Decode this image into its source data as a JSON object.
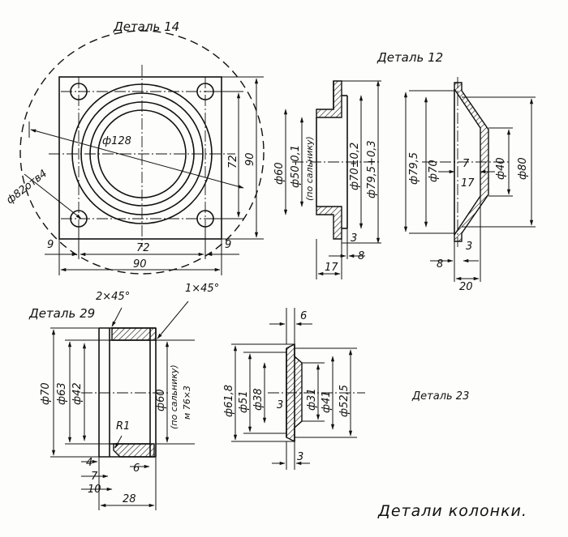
{
  "titles": {
    "part14": "Деталь 14",
    "part12": "Деталь 12",
    "part29": "Деталь 29",
    "part23": "Деталь 23",
    "caption": "Детали колонки."
  },
  "part14": {
    "d128": "ф128",
    "holes": "ф82отв4",
    "dim90v": "90",
    "dim72v": "72",
    "dim72h": "72",
    "dim90h": "90",
    "dim9l": "9",
    "dim9r": "9"
  },
  "part12": {
    "d60": "ф60",
    "d50": "ф50-0,1",
    "gland": "(по сальнику)",
    "d70tol": "ф70±0,2",
    "d795tol": "ф79,5+0,3",
    "d795": "ф79,5",
    "d70": "ф70",
    "d40": "ф40",
    "d80": "ф80",
    "n3a": "3",
    "n8a": "8",
    "n17a": "17",
    "n7": "7",
    "n17b": "17",
    "n3b": "3",
    "n8b": "8",
    "n20": "20"
  },
  "part29": {
    "chamfer2": "2×45°",
    "chamfer1": "1×45°",
    "d70": "ф70",
    "d63": "ф63",
    "d42": "ф42",
    "r1": "R1",
    "d60": "ф60",
    "gland": "(по сальнику)",
    "thread": "м 76×3",
    "n4": "4",
    "n7": "7",
    "n10": "10",
    "n6": "6",
    "n28": "28"
  },
  "part23": {
    "n6": "6",
    "d618": "ф61,8",
    "d51": "ф51",
    "d38": "ф38",
    "n3a": "3",
    "d31": "ф31",
    "d41": "ф41",
    "d525": "ф52,5",
    "n3b": "3"
  }
}
